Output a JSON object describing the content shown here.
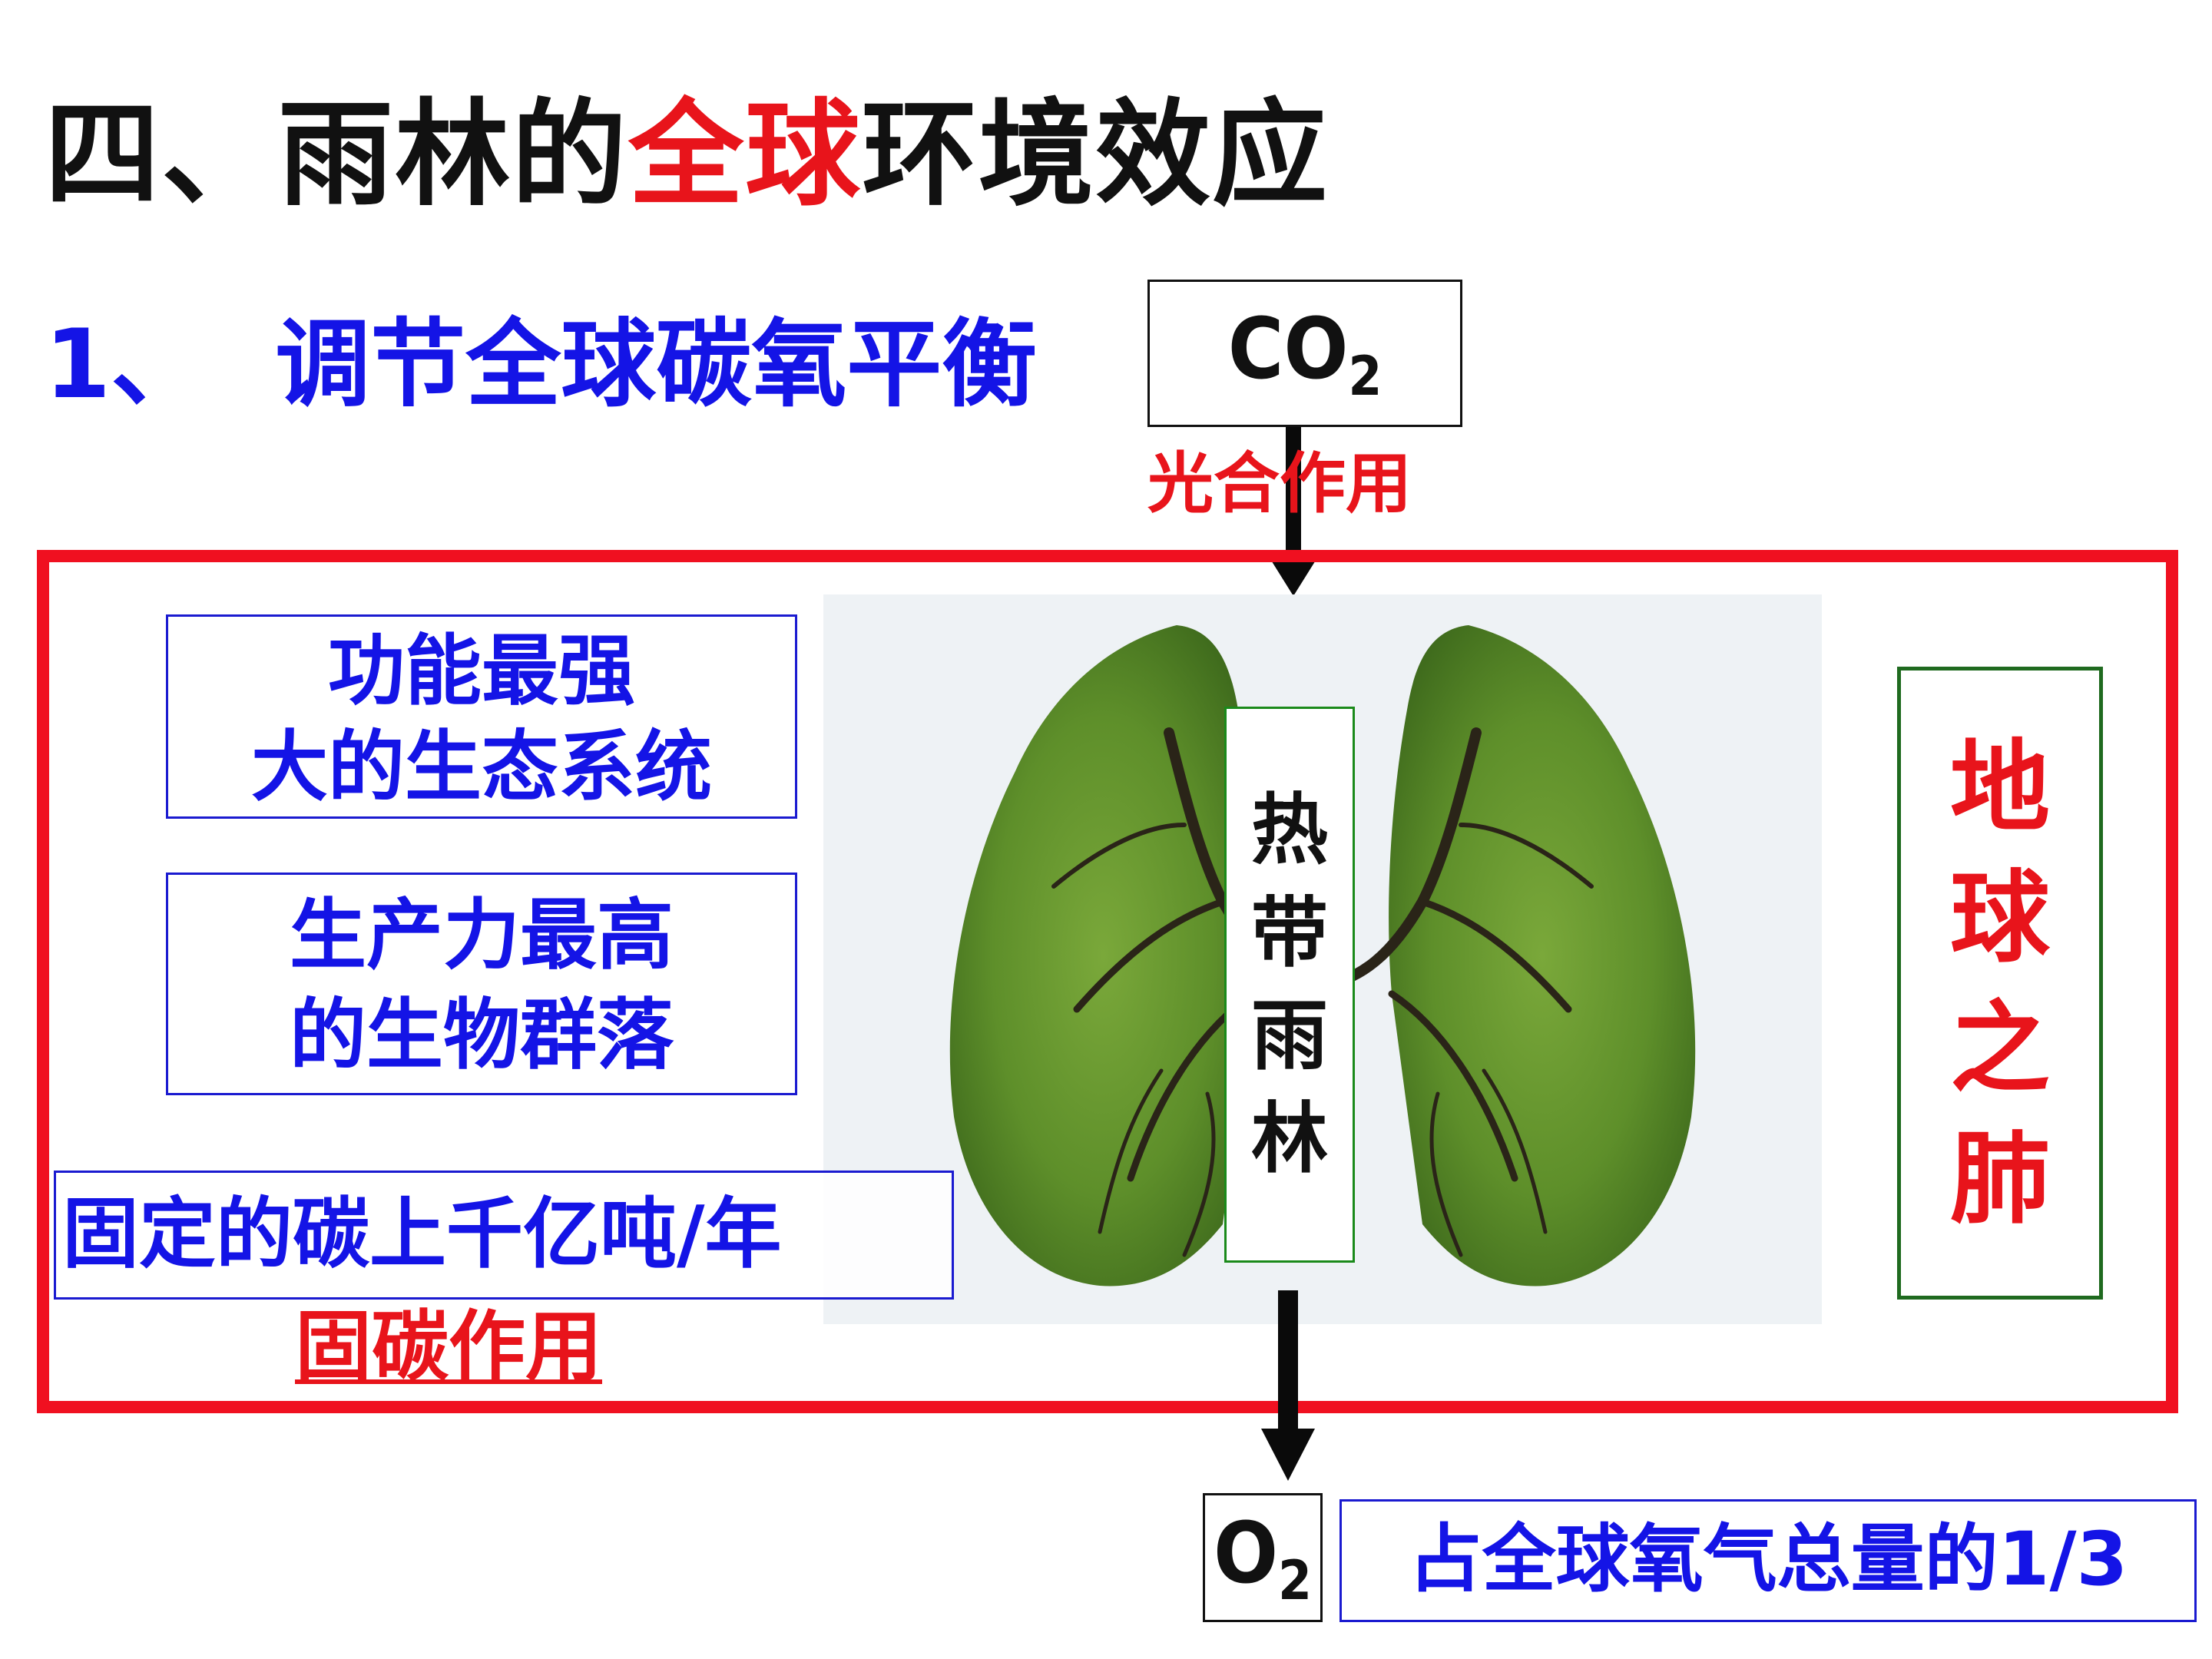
{
  "title": {
    "prefix": "四、雨林的",
    "highlight": "全球",
    "suffix": "环境效应"
  },
  "subtitle": {
    "number": "1、",
    "text": "调节全球碳氧平衡"
  },
  "co2": {
    "main": "CO",
    "sub": "2"
  },
  "photosynthesis": "光合作用",
  "left_boxes": {
    "box1_line1": "功能最强",
    "box1_line2": "大的生态系统",
    "box2_line1": "生产力最高",
    "box2_line2": "的生物群落",
    "box3": "固定的碳上千亿吨/年"
  },
  "carbon_fixation": "固碳作用",
  "center_label": [
    "热",
    "带",
    "雨",
    "林"
  ],
  "right_label": [
    "地",
    "球",
    "之",
    "肺"
  ],
  "o2": {
    "main": "O",
    "sub": "2"
  },
  "o2_note": "占全球氧气总量的1/3",
  "colors": {
    "red": "#e8141b",
    "blue": "#1414e6",
    "green_border": "#1a8a1a",
    "frame": "#f01020"
  }
}
